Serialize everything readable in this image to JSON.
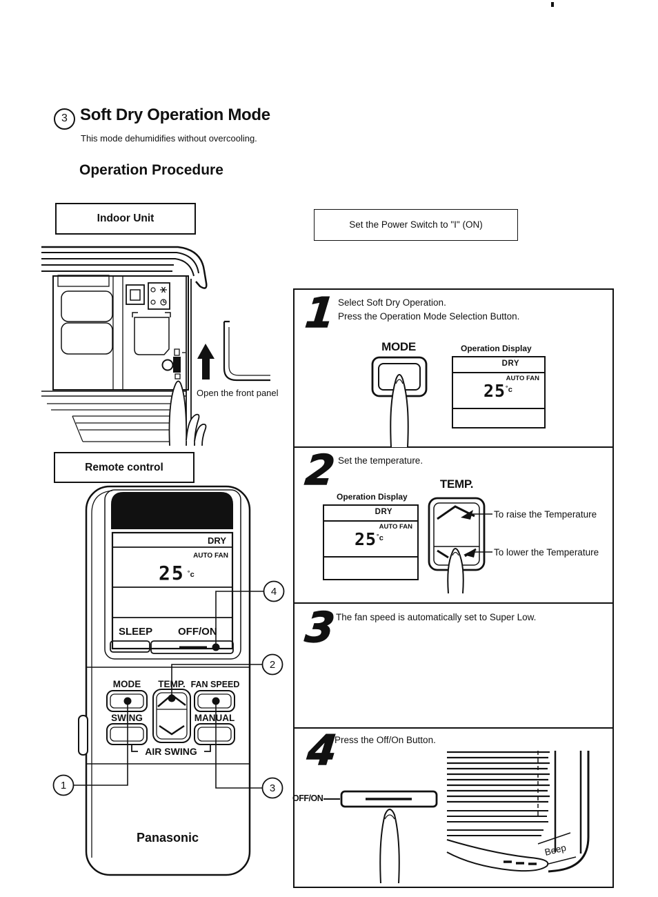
{
  "page": {
    "section_number": "3",
    "title": "Soft Dry Operation Mode",
    "subtitle": "This mode dehumidifies without overcooling.",
    "procedure_heading": "Operation Procedure",
    "indoor_unit_label": "Indoor Unit",
    "open_panel_caption": "Open the front panel",
    "power_note": "Set the Power Switch to \"I\" (ON)",
    "remote_label": "Remote control"
  },
  "display": {
    "label": "Operation Display",
    "mode": "DRY",
    "fan": "AUTO FAN",
    "temp": "25",
    "temp_unit": "˚c"
  },
  "remote": {
    "lcd": {
      "mode": "DRY",
      "fan": "AUTO FAN",
      "temp": "25",
      "temp_unit": "˚c",
      "sleep": "SLEEP",
      "offon": "OFF/ON"
    },
    "buttons": {
      "mode": "MODE",
      "temp": "TEMP.",
      "fan_speed": "FAN SPEED",
      "swing": "SWING",
      "manual": "MANUAL",
      "air_swing": "AIR SWING"
    },
    "brand": "Panasonic",
    "callout_1": "1",
    "callout_2": "2",
    "callout_3": "3",
    "callout_4": "4"
  },
  "steps": {
    "s1": {
      "num": "1",
      "line1": "Select Soft Dry Operation.",
      "line2": "Press the Operation Mode Selection Button.",
      "button_label": "MODE"
    },
    "s2": {
      "num": "2",
      "line1": "Set the temperature.",
      "button_label": "TEMP.",
      "raise": "To raise the Temperature",
      "lower": "To lower the Temperature"
    },
    "s3": {
      "num": "3",
      "line1": "The fan speed is automatically set to Super Low."
    },
    "s4": {
      "num": "4",
      "line1": "Press the Off/On Button.",
      "offon": "OFF/ON",
      "beep": "Beep"
    }
  }
}
